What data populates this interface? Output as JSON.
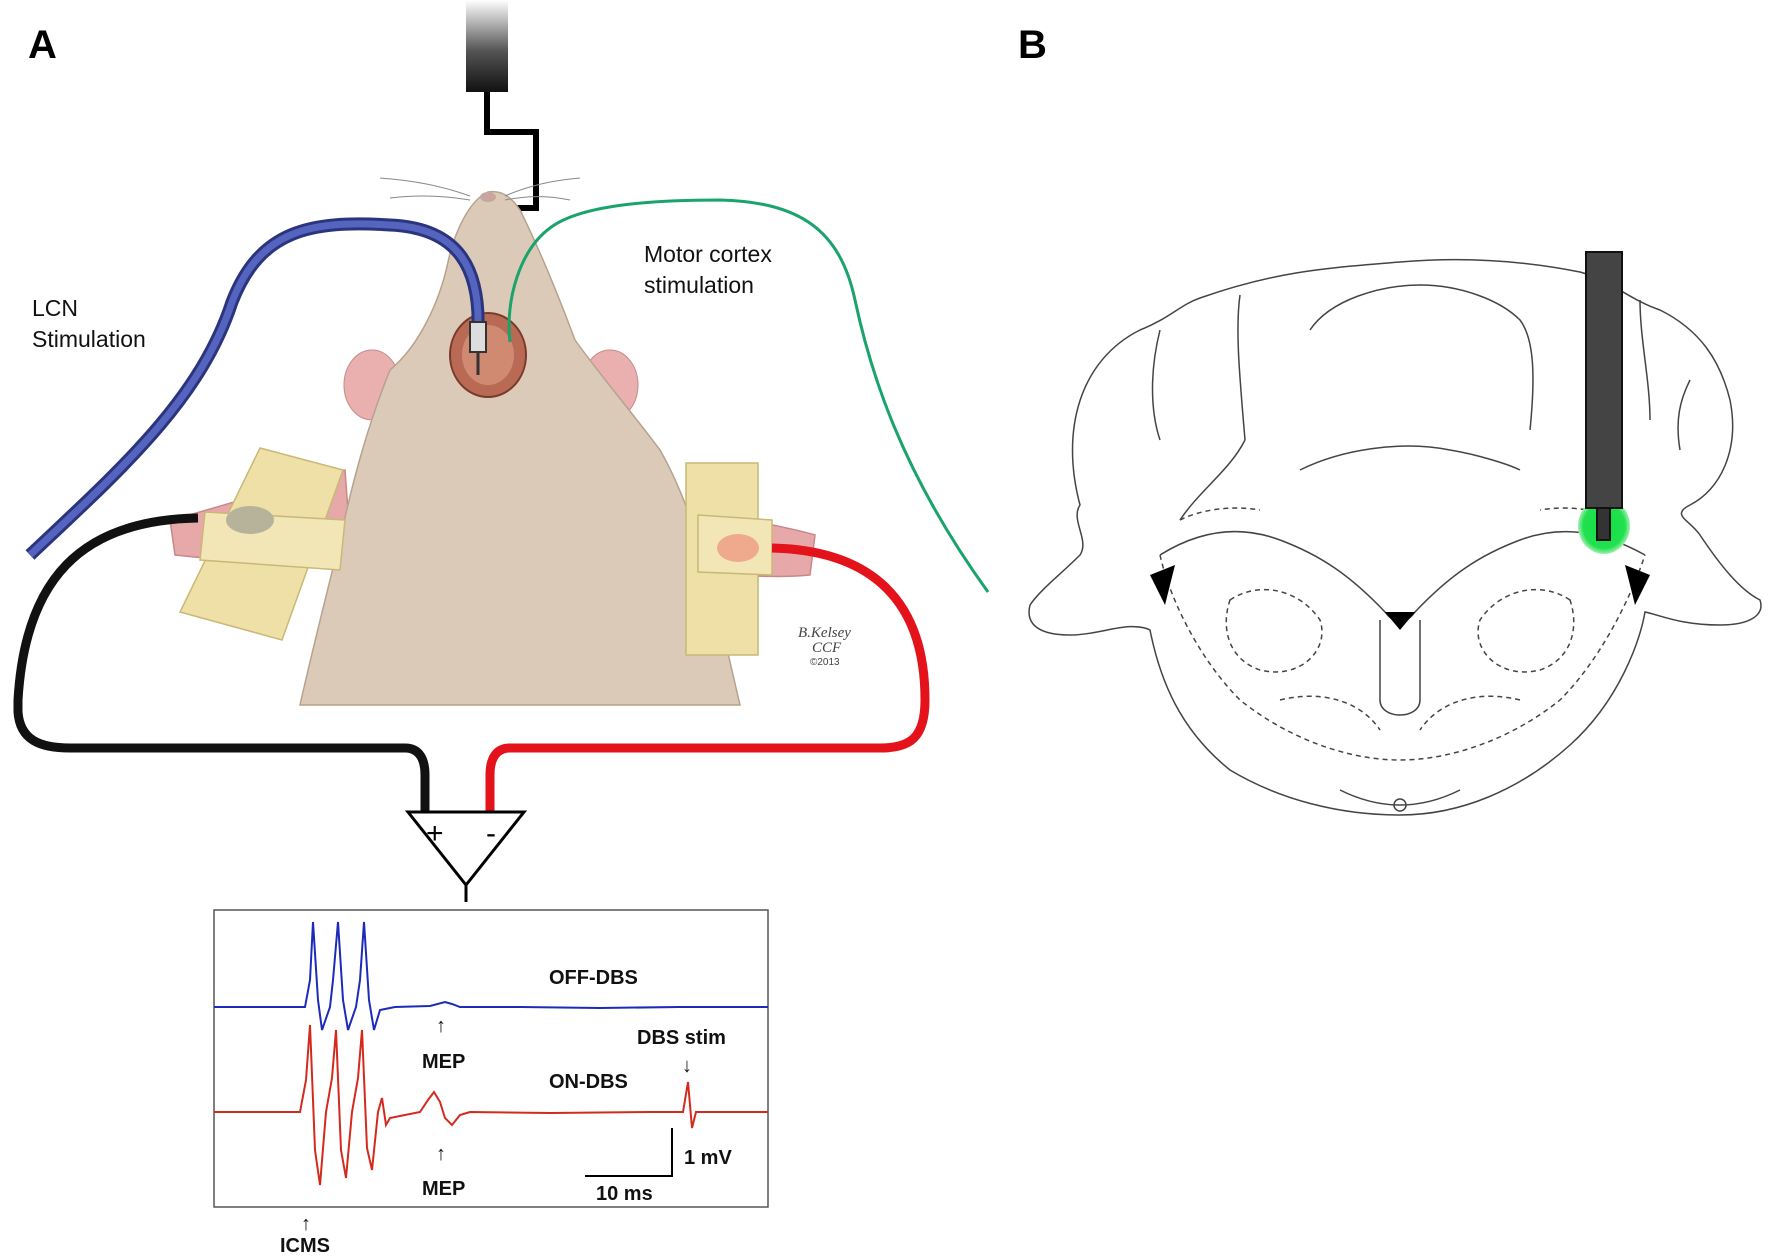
{
  "panels": {
    "a": "A",
    "b": "B"
  },
  "labels": {
    "lcn_line1": "LCN",
    "lcn_line2": "Stimulation",
    "motor_line1": "Motor cortex",
    "motor_line2": "stimulation",
    "amp_plus": "+",
    "amp_minus": "-",
    "signature": "B.Kelsey",
    "signature_org": "CCF",
    "signature_year": "©2013"
  },
  "recording": {
    "off_label": "OFF-DBS",
    "on_label": "ON-DBS",
    "mep_label": "MEP",
    "dbs_stim_label": "DBS stim",
    "icms_label": "ICMS",
    "scale_y": "1 mV",
    "scale_x": "10 ms",
    "arrow_glyph": "↑",
    "arrow_down_glyph": "↓"
  },
  "colors": {
    "lcn_cable": "#3b4aa0",
    "motor_wire": "#1aa36b",
    "positive_lead": "#111111",
    "negative_lead": "#e3121b",
    "off_trace": "#1c2bb8",
    "on_trace": "#d42a1e",
    "electrode_region": "#22dd44",
    "skin": "#d9c7b5",
    "ear": "#e8b3b3",
    "tape": "#efe0a8"
  }
}
